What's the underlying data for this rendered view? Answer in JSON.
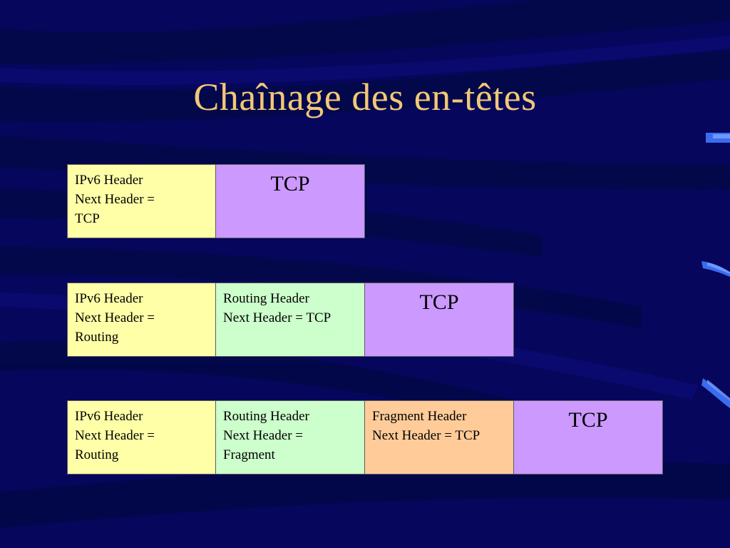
{
  "slide": {
    "title": "Chaînage des en-têtes",
    "colors": {
      "background": "#06065c",
      "title": "#f2c777",
      "ipv6": "#ffffa8",
      "routing": "#ccffcc",
      "fragment": "#ffcc99",
      "tcp": "#cc99ff"
    },
    "rows": [
      {
        "cells": [
          {
            "kind": "ipv6",
            "lines": [
              "IPv6 Header",
              "Next Header =",
              "TCP"
            ]
          },
          {
            "kind": "tcp",
            "lines": [
              "TCP"
            ]
          }
        ]
      },
      {
        "cells": [
          {
            "kind": "ipv6",
            "lines": [
              "IPv6 Header",
              "Next Header =",
              "Routing"
            ]
          },
          {
            "kind": "routing",
            "lines": [
              "Routing Header",
              "Next Header = TCP"
            ]
          },
          {
            "kind": "tcp",
            "lines": [
              "TCP"
            ]
          }
        ]
      },
      {
        "cells": [
          {
            "kind": "ipv6",
            "lines": [
              "IPv6 Header",
              "Next Header =",
              "Routing"
            ]
          },
          {
            "kind": "routing",
            "lines": [
              "Routing Header",
              "Next Header =",
              "Fragment"
            ]
          },
          {
            "kind": "fragment",
            "lines": [
              "Fragment Header",
              "Next Header = TCP"
            ]
          },
          {
            "kind": "tcp",
            "lines": [
              "TCP"
            ]
          }
        ]
      }
    ]
  }
}
